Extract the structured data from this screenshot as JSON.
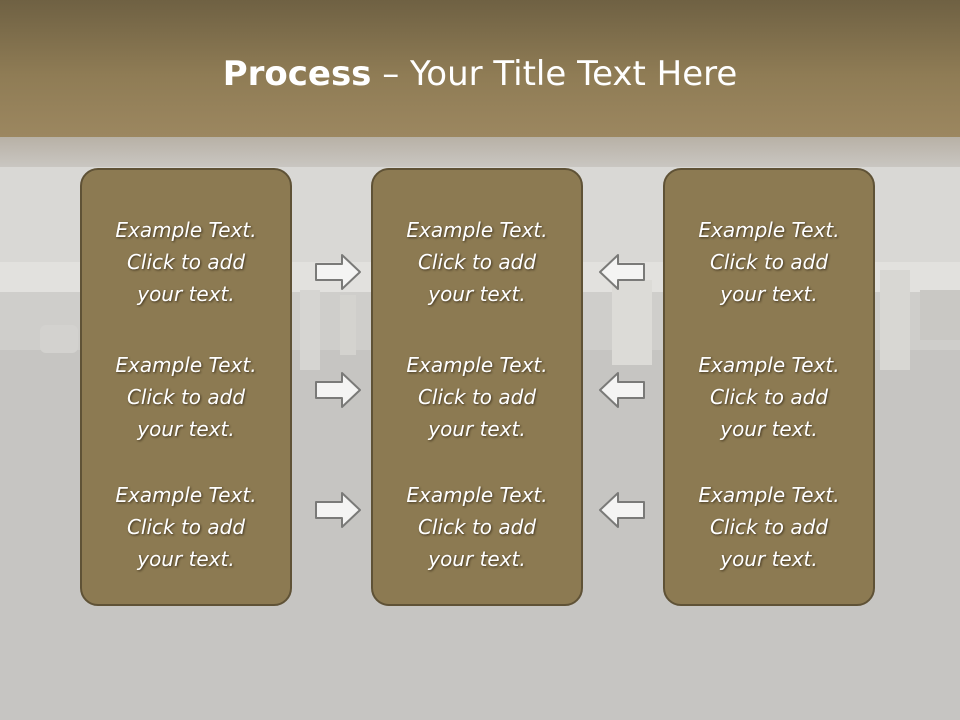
{
  "title": {
    "bold": "Process",
    "rest": " – Your Title Text Here"
  },
  "columns": [
    {
      "items": [
        "Example Text.\nClick  to add\nyour text.",
        "Example Text.\nClick  to add\nyour text.",
        "Example Text.\nClick  to add\nyour text."
      ]
    },
    {
      "items": [
        "Example Text.\nClick  to add\nyour text.",
        "Example Text.\nClick  to add\nyour text.",
        "Example Text.\nClick  to add\nyour text."
      ]
    },
    {
      "items": [
        "Example Text.\nClick  to add\nyour text.",
        "Example Text.\nClick  to add\nyour text.",
        "Example Text.\nClick  to add\nyour text."
      ]
    }
  ],
  "arrows": [
    {
      "direction": "right",
      "icon": "arrow-right-icon"
    },
    {
      "direction": "right",
      "icon": "arrow-right-icon"
    },
    {
      "direction": "right",
      "icon": "arrow-right-icon"
    },
    {
      "direction": "left",
      "icon": "arrow-left-icon"
    },
    {
      "direction": "left",
      "icon": "arrow-left-icon"
    },
    {
      "direction": "left",
      "icon": "arrow-left-icon"
    }
  ],
  "colors": {
    "header": "#8f7c55",
    "box": "#8c7a52",
    "box_border": "#5f5236",
    "text": "#ffffff"
  }
}
